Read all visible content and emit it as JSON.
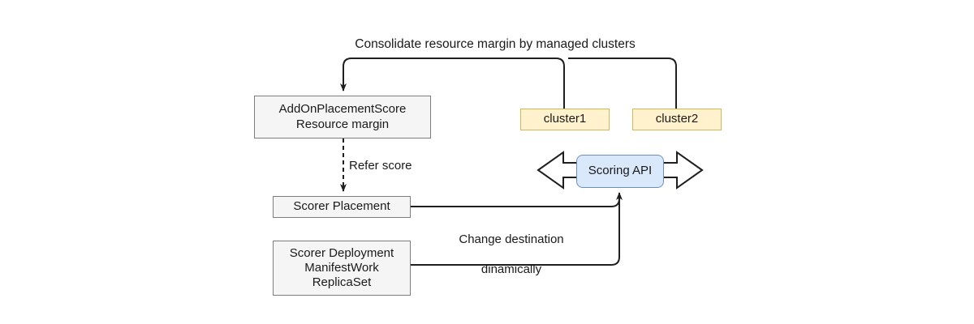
{
  "diagram": {
    "title": "Consolidate resource margin by managed clusters",
    "colors": {
      "gray_fill": "#f5f5f5",
      "gray_stroke": "#7d7d7d",
      "yellow_fill": "#fff2cc",
      "yellow_stroke": "#d6b656",
      "blue_fill": "#dae8fc",
      "blue_stroke": "#6c8ebf",
      "line": "#1f1f1f",
      "text": "#1a1a1a",
      "background": "#ffffff"
    },
    "nodes": {
      "addon_placement_score": {
        "label": "AddOnPlacementScore\nResource margin",
        "line1": "AddOnPlacementScore",
        "line2": "Resource margin"
      },
      "cluster1": {
        "label": "cluster1"
      },
      "cluster2": {
        "label": "cluster2"
      },
      "scorer_placement": {
        "label": "Scorer Placement"
      },
      "scorer_deployment": {
        "label": "Scorer Deployment\nManifestWork\nReplicaSet",
        "line1": "Scorer Deployment",
        "line2": "ManifestWork",
        "line3": "ReplicaSet"
      },
      "scoring_api": {
        "label": "Scoring API"
      }
    },
    "edge_labels": {
      "refer_score": "Refer score",
      "change_destination": "Change destination\ndinamically",
      "change_destination_line1": "Change destination",
      "change_destination_line2": "dinamically"
    },
    "icons": {
      "left_arrow": "left-arrow-icon",
      "right_arrow": "right-arrow-icon"
    }
  }
}
